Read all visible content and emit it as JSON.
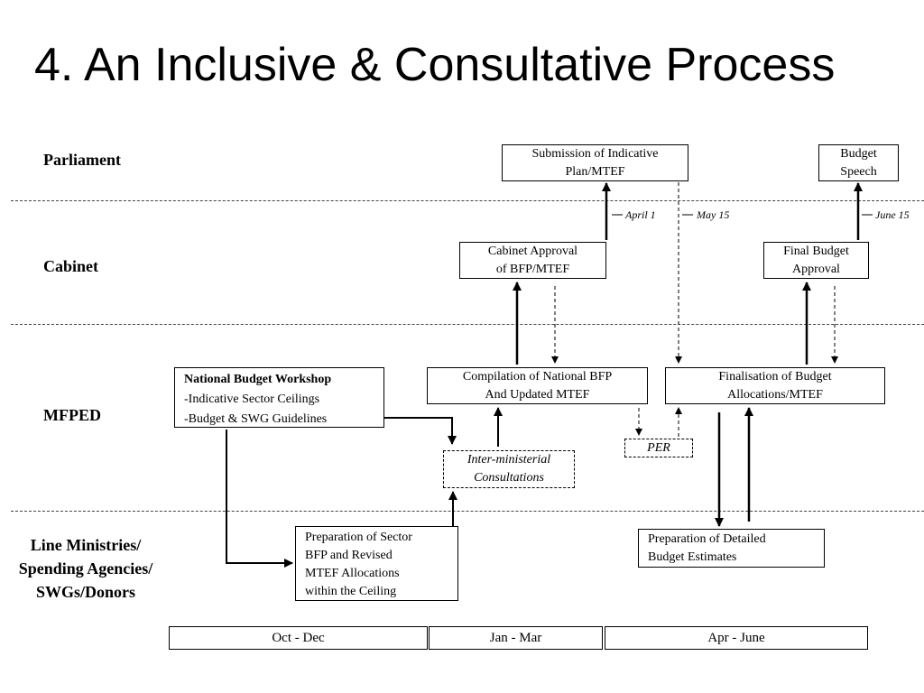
{
  "title": "4. An Inclusive & Consultative Process",
  "lanes": {
    "parliament": "Parliament",
    "cabinet": "Cabinet",
    "mfped": "MFPED",
    "line": [
      "Line Ministries/",
      "Spending Agencies/",
      "SWGs/Donors"
    ]
  },
  "boxes": {
    "submission": [
      "Submission of Indicative",
      "Plan/MTEF"
    ],
    "budget_speech": [
      "Budget",
      "Speech"
    ],
    "cabinet_approval": [
      "Cabinet Approval",
      "of BFP/MTEF"
    ],
    "final_approval": [
      "Final Budget",
      "Approval"
    ],
    "workshop": {
      "heading": "National Budget Workshop",
      "items": [
        "-Indicative Sector Ceilings",
        "-Budget & SWG Guidelines"
      ]
    },
    "compilation": [
      "Compilation of National BFP",
      "And Updated MTEF"
    ],
    "finalisation": [
      "Finalisation of Budget",
      "Allocations/MTEF"
    ],
    "inter_ministerial": [
      "Inter-ministerial",
      "Consultations"
    ],
    "per": "PER",
    "sector_prep": [
      "Preparation of Sector",
      "BFP and Revised",
      "MTEF Allocations",
      "within the Ceiling"
    ],
    "detailed_prep": [
      "Preparation of Detailed",
      "Budget Estimates"
    ]
  },
  "dates": {
    "april": "April 1",
    "may": "May 15",
    "june": "June 15"
  },
  "periods": [
    "Oct - Dec",
    "Jan - Mar",
    "Apr - June"
  ]
}
